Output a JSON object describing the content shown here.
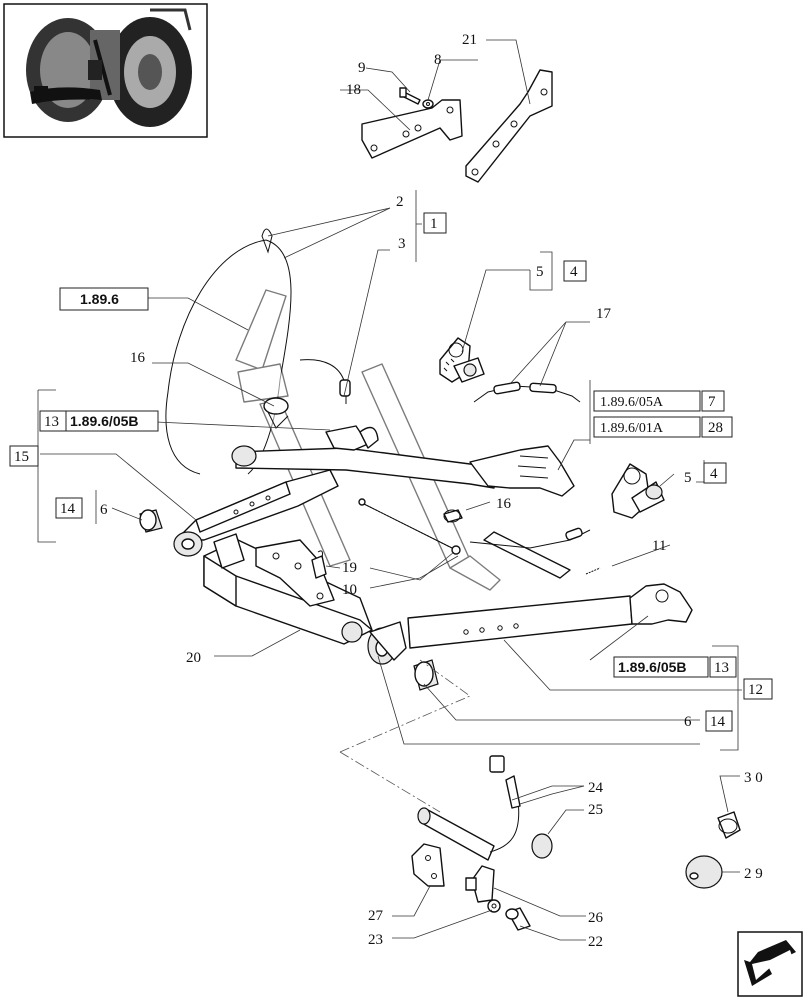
{
  "labels": {
    "n1": "1",
    "n2": "2",
    "n3": "3",
    "n4a": "4",
    "n4b": "4",
    "n5a": "5",
    "n5b": "5",
    "n6a": "6",
    "n6b": "6",
    "n7": "7",
    "n8": "8",
    "n9": "9",
    "n10": "10",
    "n11": "11",
    "n12": "12",
    "n13a": "13",
    "n13b": "13",
    "n14a": "14",
    "n14b": "14",
    "n15": "15",
    "n16a": "16",
    "n16b": "16",
    "n17": "17",
    "n18": "18",
    "n19": "19",
    "n20": "20",
    "n21": "21",
    "n22": "22",
    "n23": "23",
    "n24": "24",
    "n25": "25",
    "n26": "26",
    "n27": "27",
    "n28": "28",
    "n29": "2 9",
    "n30": "3 0"
  },
  "refs": {
    "r1896": "1.89.6",
    "r05B_a": "1.89.6/05B",
    "r05B_b": "1.89.6/05B",
    "r05A": "1.89.6/05A",
    "r01A": "1.89.6/01A"
  }
}
